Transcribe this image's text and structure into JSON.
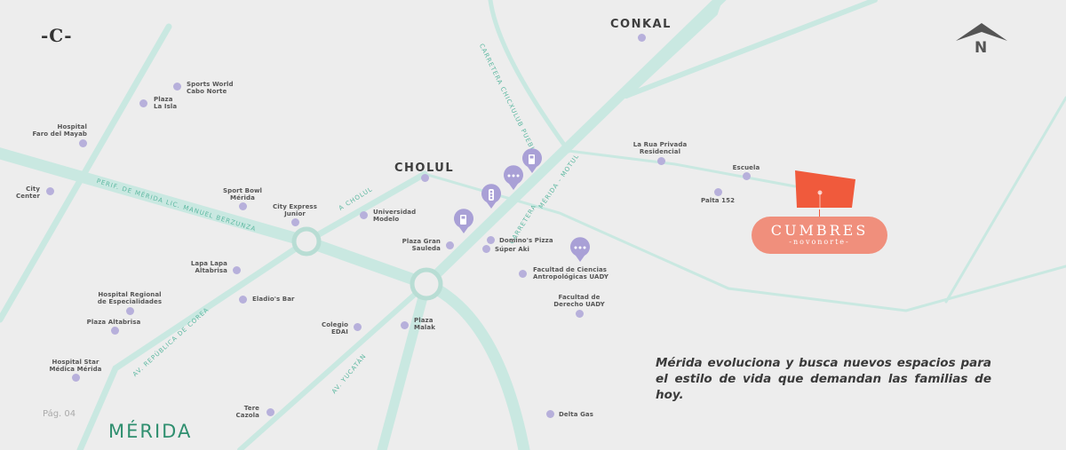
{
  "logo": "-C-",
  "north": "N",
  "page_label": "Pág. 04",
  "city": "MÉRIDA",
  "tagline": "Mérida evoluciona y busca nuevos espacios para el estilo de vida que demandan las familias de hoy.",
  "development": {
    "name": "CUMBRES",
    "subtitle": "-novonorte-"
  },
  "towns": {
    "conkal": "CONKAL",
    "cholul": "CHOLUL"
  },
  "roads": {
    "periferico": "PERIF. DE MÉRIDA LIC. MANUEL BERZUNZA",
    "cholul_road": "A CHOLUL",
    "carretera": "CARRETERA",
    "merida_motul": "MÉRIDA - MOTUL",
    "chicxulub": "CARRETERA CHICXULUB PUEBLO",
    "republica_corea": "AV. REPÚBLICA DE COREA",
    "yucatan": "AV. YUCATÁN"
  },
  "places": {
    "sports_world": "Sports World\nCabo Norte",
    "plaza_la_isla": "Plaza\nLa Isla",
    "hospital_faro": "Hospital\nFaro del Mayab",
    "city_center": "City\nCenter",
    "sport_bowl": "Sport Bowl\nMérida",
    "city_express": "City Express\nJunior",
    "universidad_modelo": "Universidad\nModelo",
    "plaza_gran_santa_fe": "Plaza Gran\nSauleda",
    "dominos": "Domino's Pizza",
    "super_aki": "Súper Aki",
    "la_rua": "La Rua Privada\nResidencial",
    "escuela": "Escuela",
    "palta": "Palta 152",
    "facultad_antropologicas": "Facultad de Ciencias\nAntropológicas UADY",
    "facultad_derecho": "Facultad de\nDerecho UADY",
    "lapa_lapa": "Lapa Lapa\nAltabrisa",
    "eladios": "Eladio's Bar",
    "hospital_regional": "Hospital Regional\nde Especialidades",
    "plaza_altabrisa": "Plaza Altabrisa",
    "colegio_edai": "Colegio\nEDAI",
    "plaza_malak": "Plaza\nMalak",
    "hospital_star": "Hospital Star\nMédica Mérida",
    "tere_cazola": "Tere\nCazola",
    "delta_gas": "Delta Gas"
  },
  "colors": {
    "background": "#ededed",
    "road": "#c9e8e1",
    "road_label": "#5db8a1",
    "poi_dot": "#b7b0db",
    "pin": "#a9a0d6",
    "lot": "#f05a3c",
    "badge": "#f08f7c",
    "city": "#2f8f6f"
  },
  "icons": {
    "pin_traffic": "traffic-light-icon",
    "pin_gas": "gas-pump-icon",
    "pin_chat": "speech-bubble-icon"
  }
}
